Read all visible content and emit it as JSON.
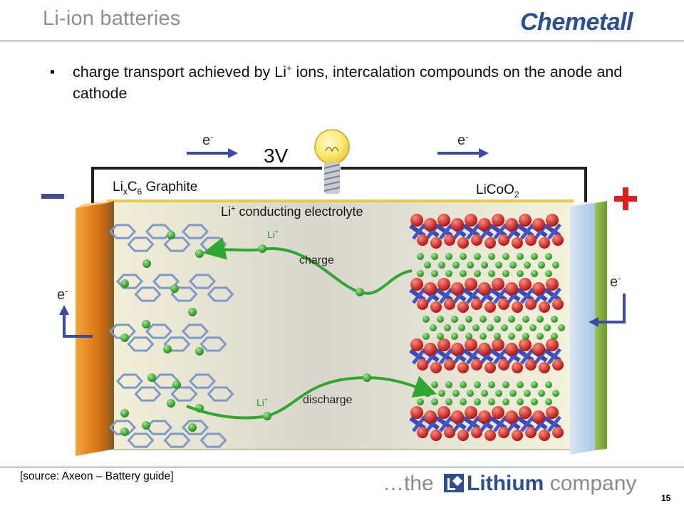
{
  "header": {
    "title": "Li-ion batteries",
    "logo": "Chemetall"
  },
  "bullet": {
    "marker": "▪",
    "text_before": "charge transport achieved by Li",
    "superscript": "+",
    "text_after": " ions, intercalation compounds on the anode and cathode"
  },
  "diagram": {
    "voltage": "3V",
    "electron": "e",
    "electron_sup": "-",
    "anode_li": "Li",
    "anode_x": "x",
    "anode_c": "C",
    "anode_6": "6",
    "anode_name": " Graphite",
    "cathode_label": "LiCoO",
    "cathode_sub": "2",
    "electrolyte_li": "Li",
    "electrolyte_sup": "+",
    "electrolyte_rest": " conducting electrolyte",
    "ion_li": "Li",
    "ion_sup": "+",
    "charge_label": "charge",
    "discharge_label": "discharge",
    "minus_sign": "−",
    "plus_sign": "+"
  },
  "footer": {
    "source": "[source: Axeon – Battery guide]",
    "tagline_pre": "…the ",
    "tagline_brand": "Lithium",
    "tagline_post": " company",
    "page_number": "15"
  },
  "colors": {
    "brand_blue": "#2a4f93",
    "anode_orange": "#e07b1a",
    "cathode_green": "#8fbf4a",
    "ion_green": "#2fa82f",
    "oxygen_red": "#d92020",
    "cobalt_blue": "#3b4bb0",
    "graphite_blue": "#7d9ac8",
    "minus_blue": "#4a4a9a",
    "plus_red": "#e02020"
  }
}
